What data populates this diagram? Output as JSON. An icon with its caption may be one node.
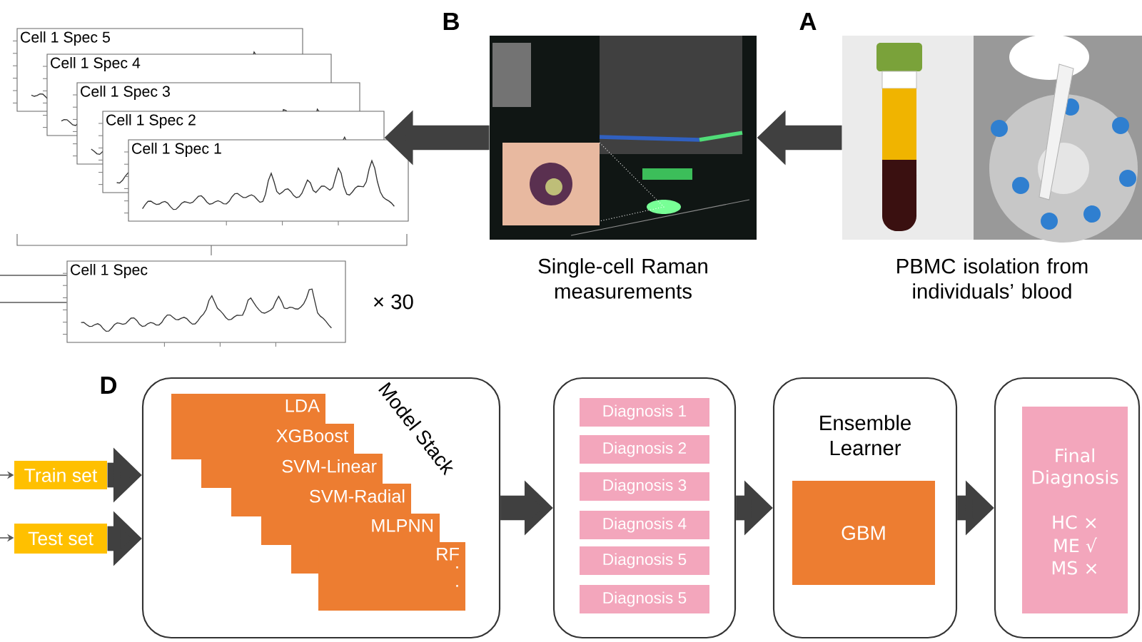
{
  "diagram": {
    "nodes": [
      {
        "text": [],
        "shape": "picture",
        "beside": [
          "PBMC isolation from individuals’ blood"
        ]
      },
      {
        "text": [],
        "shape": "picture",
        "beside": [
          "Single-cell Raman measurements"
        ]
      },
      {
        "text": [
          "Cell 1 Spec 5"
        ]
      },
      {
        "text": [
          "Cell 1 Spec 4"
        ]
      },
      {
        "text": [
          "Cell 1 Spec 3"
        ]
      },
      {
        "text": [
          "Cell 1 Spec 2"
        ]
      },
      {
        "text": [
          "Cell 1 Spec 1"
        ]
      },
      {
        "text": [
          "Cell 1 Spec"
        ],
        "beside": [
          "× 30"
        ]
      },
      {
        "text": [
          "Train set"
        ]
      },
      {
        "text": [
          "Test set"
        ]
      },
      {
        "text": [
          "Model Stack"
        ]
      },
      {
        "text": [
          "LDA"
        ],
        "in": 10
      },
      {
        "text": [
          "XGBoost"
        ],
        "in": 10
      },
      {
        "text": [
          "SVM-Linear"
        ],
        "in": 10
      },
      {
        "text": [
          "SVM-Radial"
        ],
        "in": 10
      },
      {
        "text": [
          "MLPNN"
        ],
        "in": 10
      },
      {
        "text": [
          "RF",
          ".",
          "."
        ],
        "in": 10
      },
      {
        "text": [],
        "shape": "box"
      },
      {
        "text": [
          "Diagnosis 1"
        ],
        "in": 17
      },
      {
        "text": [
          "Diagnosis 2"
        ],
        "in": 17
      },
      {
        "text": [
          "Diagnosis 3"
        ],
        "in": 17
      },
      {
        "text": [
          "Diagnosis 4"
        ],
        "in": 17
      },
      {
        "text": [
          "Diagnosis 5"
        ],
        "in": 17
      },
      {
        "text": [
          "Diagnosis 5"
        ],
        "in": 17
      },
      {
        "text": [
          "Ensemble Learner"
        ]
      },
      {
        "text": [
          "GBM"
        ],
        "in": 24
      },
      {
        "text": [],
        "shape": "box"
      },
      {
        "text": [
          "Final Diagnosis",
          "HC ×",
          "ME √",
          "MS ×"
        ],
        "in": 26
      }
    ],
    "edges": [
      {
        "from": 0,
        "to": 1,
        "arrow": "to"
      },
      {
        "from": 1,
        "to": 5,
        "arrow": "to"
      },
      {
        "from": null,
        "to": 7,
        "arrow": "none"
      },
      {
        "from": null,
        "to": 7,
        "arrow": "none"
      },
      {
        "from": null,
        "to": 8,
        "arrow": "to"
      },
      {
        "from": null,
        "to": 9,
        "arrow": "to"
      },
      {
        "from": 8,
        "to": 10,
        "arrow": "to"
      },
      {
        "from": 9,
        "to": 10,
        "arrow": "to"
      },
      {
        "from": 10,
        "to": 17,
        "arrow": "to"
      },
      {
        "from": 17,
        "to": 24,
        "arrow": "to"
      },
      {
        "from": 24,
        "to": 26,
        "arrow": "to"
      }
    ],
    "labels": [
      "B",
      "A",
      "D"
    ]
  }
}
